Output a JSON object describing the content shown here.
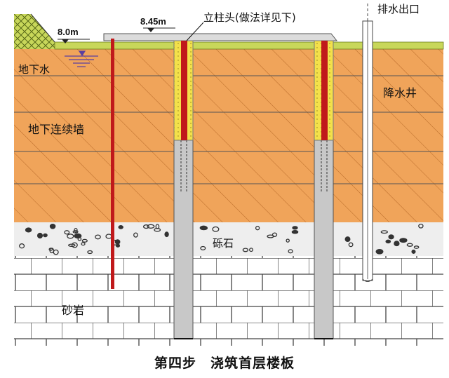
{
  "labels": {
    "level_left": "8.0m",
    "level_right": "8.45m",
    "column_head": "立柱头(做法详见下)",
    "drain_outlet": "排水出口",
    "groundwater": "地下水",
    "diaphragm_wall": "地下连续墙",
    "dewatering_well": "降水井",
    "gravel": "砾石",
    "sandstone": "砂岩"
  },
  "caption": {
    "step": "第四步",
    "title": "浇筑首层楼板"
  },
  "colors": {
    "soil": "#f0a45a",
    "soil_hatch": "#b86a28",
    "fill_top": "#c8d75a",
    "gravel": "#eeeeee",
    "rock_line": "#444444",
    "pile": "#c8c8c8",
    "column_head": "#f3e04a",
    "steel": "#c0191b",
    "slab": "#dcdcdc"
  }
}
